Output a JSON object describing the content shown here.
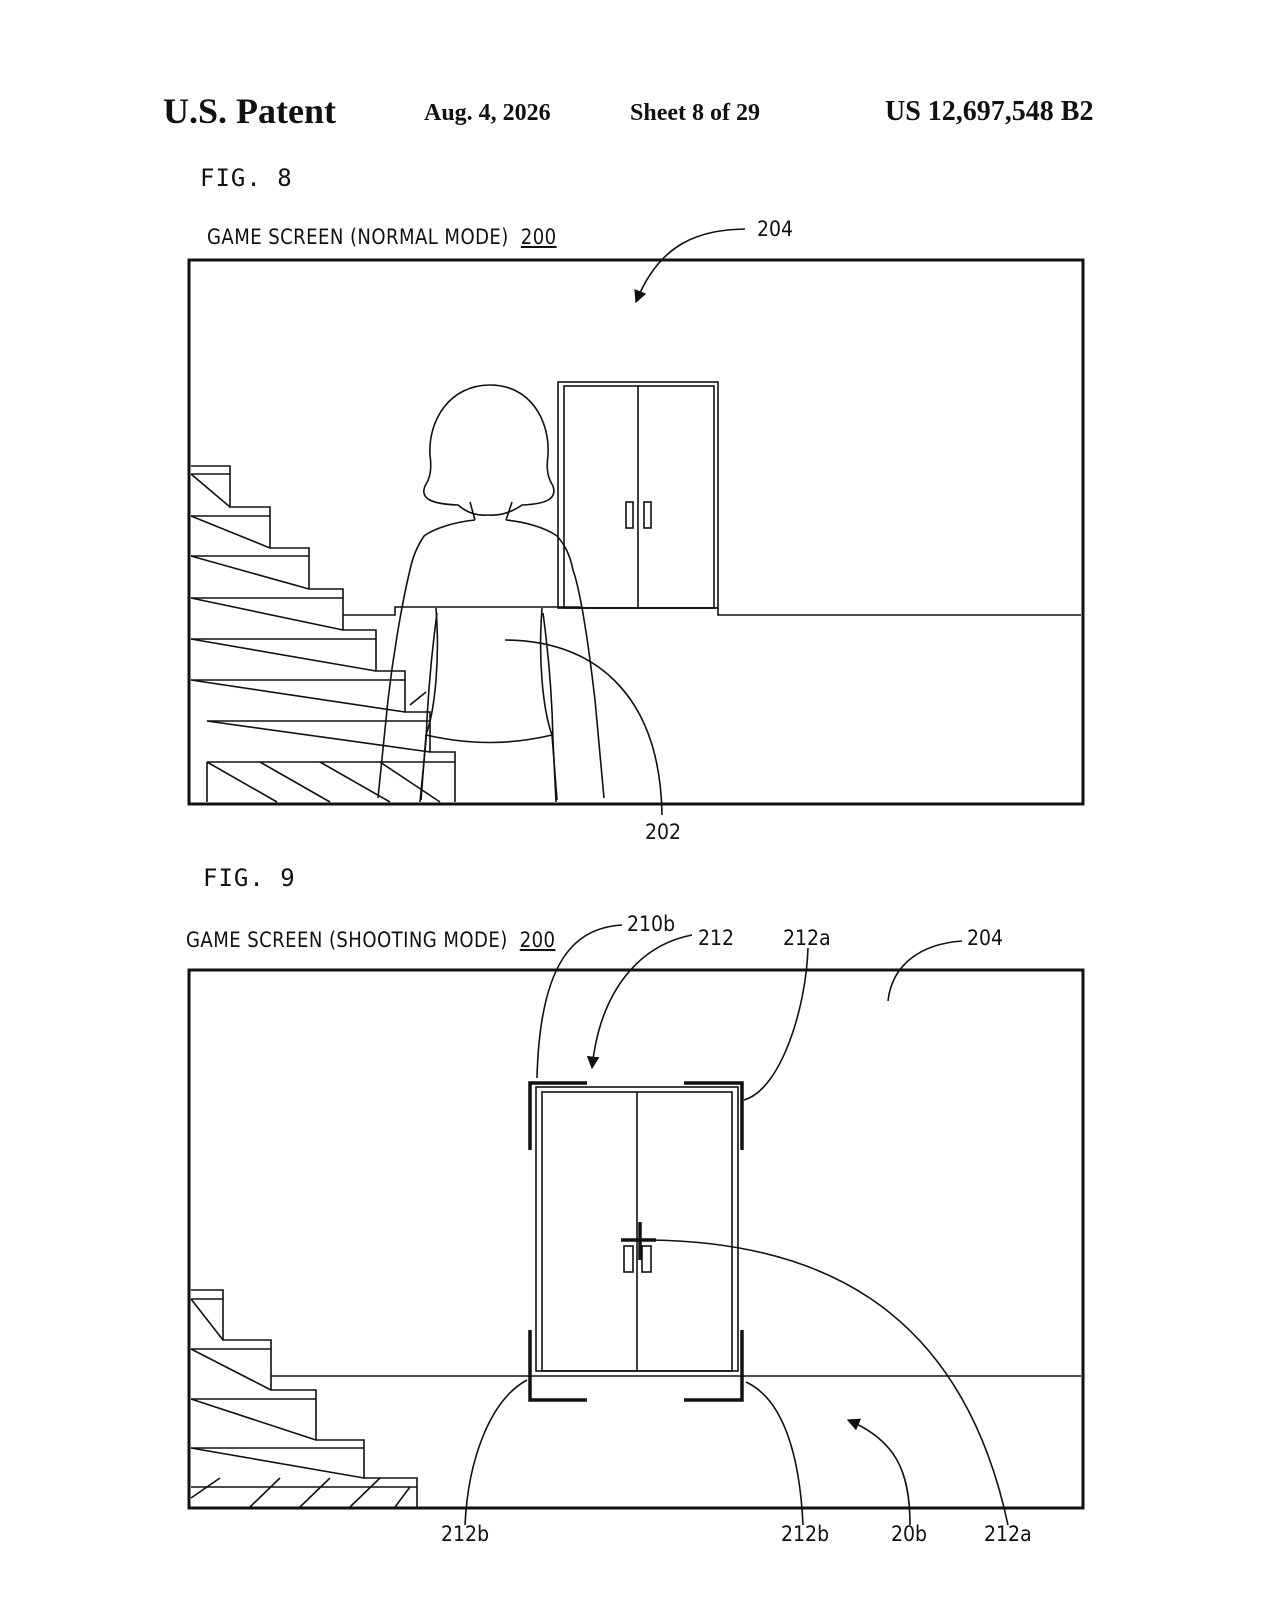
{
  "header": {
    "title": "U.S. Patent",
    "date": "Aug. 4, 2026",
    "sheet": "Sheet 8 of 29",
    "patent_number": "US 12,697,548 B2"
  },
  "fig8": {
    "label": "FIG. 8",
    "caption": "GAME SCREEN (NORMAL MODE)",
    "caption_ref": "200",
    "refs": {
      "virtual_space": "204",
      "character": "202"
    }
  },
  "fig9": {
    "label": "FIG. 9",
    "caption": "GAME SCREEN (SHOOTING MODE)",
    "caption_ref": "200",
    "refs": {
      "r210b": "210b",
      "r212": "212",
      "r212a_top": "212a",
      "r204": "204",
      "r212b_left": "212b",
      "r212b_right": "212b",
      "r206": "20b",
      "r212a_bottom": "212a"
    }
  }
}
